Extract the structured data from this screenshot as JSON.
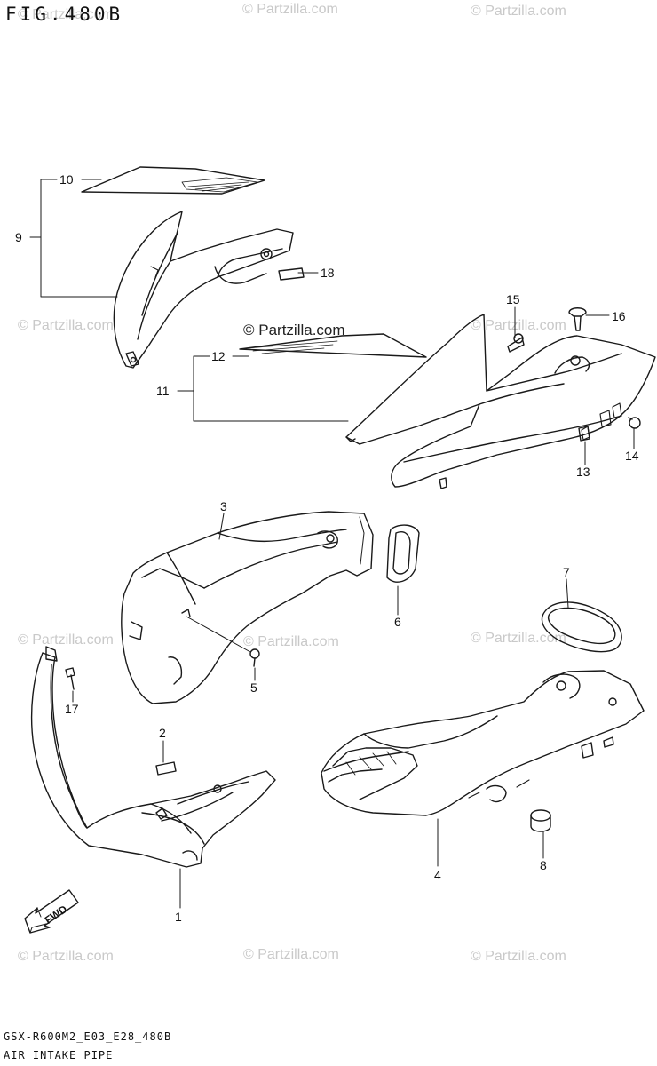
{
  "figure": {
    "title": "FIG.480B",
    "footer_code": "GSX-R600M2_E03_E28_480B",
    "footer_name": "AIR INTAKE PIPE"
  },
  "watermark": "© Partzilla.com",
  "part_labels": [
    "1",
    "2",
    "3",
    "4",
    "5",
    "6",
    "7",
    "8",
    "9",
    "10",
    "11",
    "12",
    "13",
    "14",
    "15",
    "16",
    "17",
    "18"
  ],
  "fwd_label": "FWD"
}
